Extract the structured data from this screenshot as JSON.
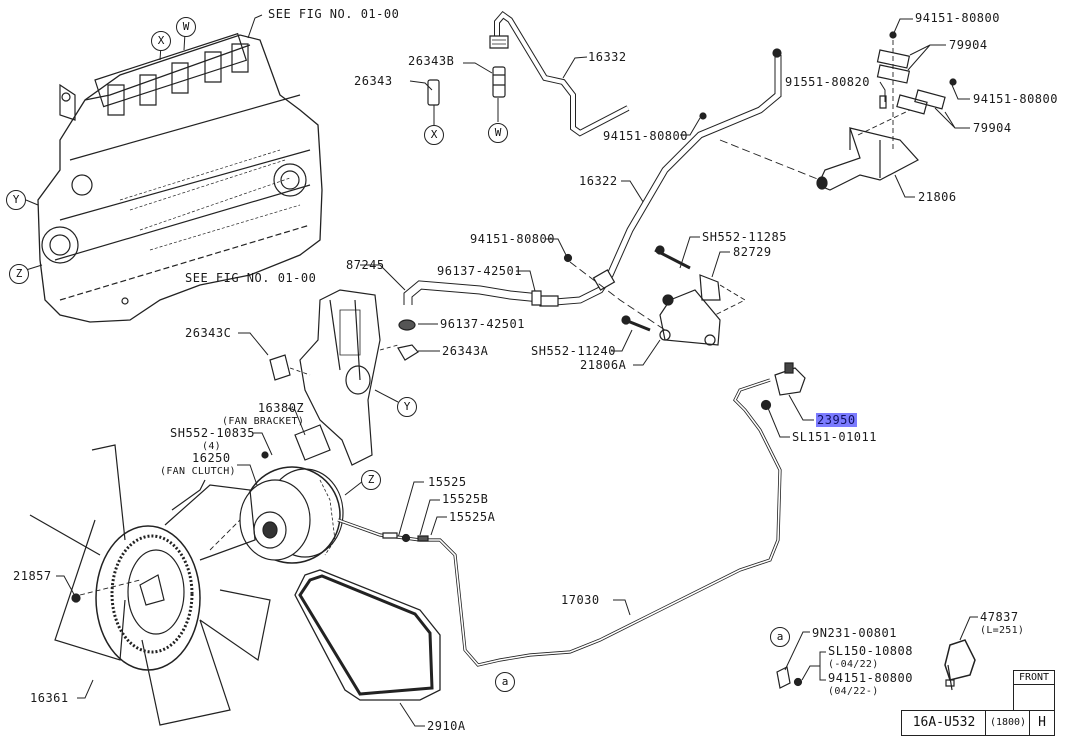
{
  "figure": {
    "code": "16A-U532",
    "variant": "(1800)",
    "sheet": "H",
    "front_label": "FRONT"
  },
  "references": {
    "see_fig_top": "SEE FIG NO. 01-00",
    "see_fig_mid": "SEE FIG NO. 01-00"
  },
  "callouts": {
    "W": "W",
    "X": "X",
    "Y": "Y",
    "Z": "Z",
    "a": "a"
  },
  "parts": {
    "p26343": "26343",
    "p26343B": "26343B",
    "p16332": "16332",
    "p94151_top_tube": "94151-80800",
    "p94151_top_right": "94151-80800",
    "p79904_a": "79904",
    "p91551": "91551-80820",
    "p94151_right": "94151-80800",
    "p79904_b": "79904",
    "p21806": "21806",
    "p16322": "16322",
    "p94151_mid": "94151-80800",
    "pSH552_11285": "SH552-11285",
    "p82729": "82729",
    "p87245": "87245",
    "p96137_a": "96137-42501",
    "p96137_b": "96137-42501",
    "p26343A": "26343A",
    "p26343C": "26343C",
    "pSH552_11240": "SH552-11240",
    "p21806A": "21806A",
    "p23950": "23950",
    "pSL151": "SL151-01011",
    "p16380Z": "16380Z",
    "p16380Z_note": "(FAN BRACKET)",
    "pSH552_10835": "SH552-10835",
    "pSH552_10835_note": "(4)",
    "p16250": "16250",
    "p16250_note": "(FAN CLUTCH)",
    "p15525": "15525",
    "p15525B": "15525B",
    "p15525A": "15525A",
    "p21857": "21857",
    "p17030": "17030",
    "p16361": "16361",
    "p2910A": "2910A",
    "p47837": "47837",
    "p47837_note": "(L=251)",
    "p9N231": "9N231-00801",
    "pSL150": "SL150-10808",
    "pSL150_note": "(-04/22)",
    "p94151_alt": "94151-80800",
    "p94151_alt_note": "(04/22-)"
  },
  "highlight": {
    "part": "23950",
    "color": "#7b7bff"
  }
}
